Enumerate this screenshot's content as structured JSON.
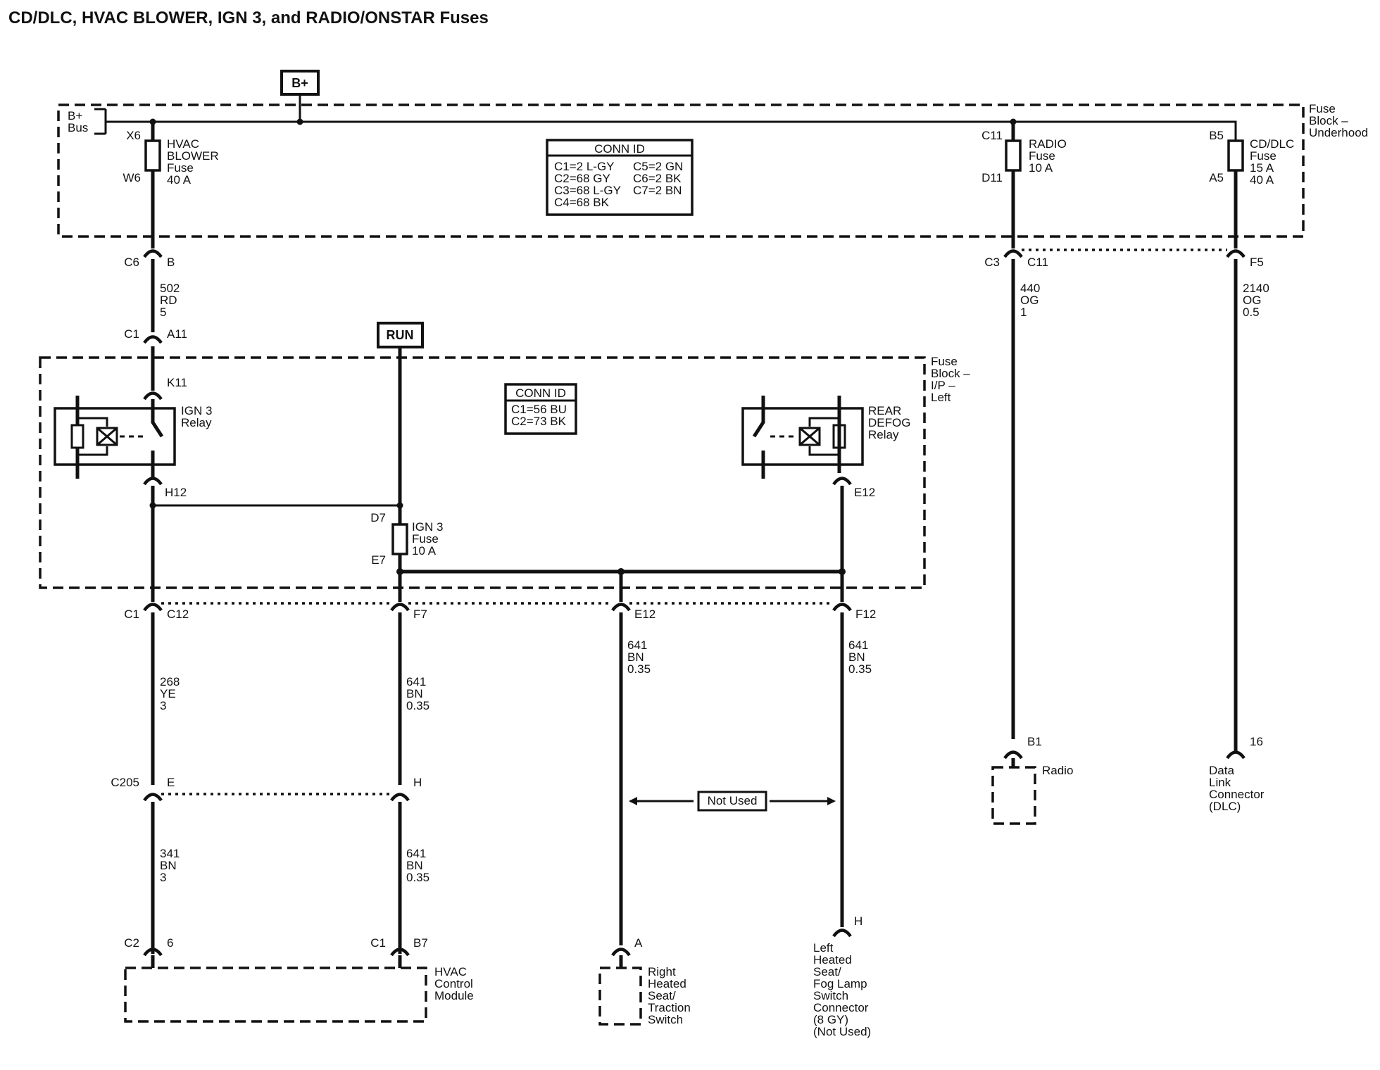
{
  "title": "CD/DLC, HVAC BLOWER, IGN 3, and RADIO/ONSTAR Fuses",
  "sources": {
    "bplus": "B+",
    "run": "RUN"
  },
  "bus": {
    "line1": "B+",
    "line2": "Bus"
  },
  "fuse_block_underhood": {
    "line1": "Fuse",
    "line2": "Block –",
    "line3": "Underhood"
  },
  "fuse_block_ip": {
    "line1": "Fuse",
    "line2": "Block –",
    "line3": "I/P –",
    "line4": "Left"
  },
  "conn_id_underhood": {
    "header": "CONN ID",
    "left": [
      "C1=2 L-GY",
      "C2=68 GY",
      "C3=68 L-GY",
      "C4=68 BK"
    ],
    "right": [
      "C5=2 GN",
      "C6=2 BK",
      "C7=2 BN"
    ]
  },
  "conn_id_ip": {
    "header": "CONN ID",
    "rows": [
      "C1=56 BU",
      "C2=73 BK"
    ]
  },
  "fuses": {
    "hvac": {
      "in": "X6",
      "out": "W6",
      "l1": "HVAC",
      "l2": "BLOWER",
      "l3": "Fuse",
      "l4": "40 A"
    },
    "radio": {
      "in": "C11",
      "out": "D11",
      "l1": "RADIO",
      "l2": "Fuse",
      "l3": "10 A"
    },
    "cddlc": {
      "in": "B5",
      "out": "A5",
      "l1": "CD/DLC",
      "l2": "Fuse",
      "l3": "15 A",
      "l4": "40 A"
    },
    "ign3": {
      "in": "D7",
      "out": "E7",
      "l1": "IGN 3",
      "l2": "Fuse",
      "l3": "10 A"
    }
  },
  "relays": {
    "ign3": {
      "in": "K11",
      "out": "H12",
      "l1": "IGN 3",
      "l2": "Relay"
    },
    "rear_defog": {
      "out": "E12",
      "l1": "REAR",
      "l2": "DEFOG",
      "l3": "Relay"
    }
  },
  "connectors": {
    "c6": "C6",
    "c6_pin": "B",
    "c1a": "C1",
    "c1a_pin": "A11",
    "c3": "C3",
    "c3_pin": "C11",
    "f5_pin": "F5",
    "c1b": "C1",
    "c12_pin": "C12",
    "f7_pin": "F7",
    "e12_pin": "E12",
    "f12_pin": "F12",
    "c205": "C205",
    "c205_e": "E",
    "c205_h": "H",
    "c2": "C2",
    "c2_pin": "6",
    "c1c": "C1",
    "b7_pin": "B7",
    "radio_pin": "B1",
    "dlc_pin": "16",
    "right_seat_pin": "A",
    "left_seat_pin": "H"
  },
  "wires": {
    "w502": [
      "502",
      "RD",
      "5"
    ],
    "w440": [
      "440",
      "OG",
      "1"
    ],
    "w2140": [
      "2140",
      "OG",
      "0.5"
    ],
    "w268": [
      "268",
      "YE",
      "3"
    ],
    "w641a": [
      "641",
      "BN",
      "0.35"
    ],
    "w641b": [
      "641",
      "BN",
      "0.35"
    ],
    "w641c": [
      "641",
      "BN",
      "0.35"
    ],
    "w341": [
      "341",
      "BN",
      "3"
    ],
    "w641d": [
      "641",
      "BN",
      "0.35"
    ]
  },
  "not_used": "Not Used",
  "components": {
    "radio": "Radio",
    "dlc": [
      "Data",
      "Link",
      "Connector",
      "(DLC)"
    ],
    "hvac_module": [
      "HVAC",
      "Control",
      "Module"
    ],
    "right_seat": [
      "Right",
      "Heated",
      "Seat/",
      "Traction",
      "Switch"
    ],
    "left_seat": [
      "Left",
      "Heated",
      "Seat/",
      "Fog Lamp",
      "Switch",
      "Connector",
      "(8 GY)",
      "(Not Used)"
    ]
  }
}
